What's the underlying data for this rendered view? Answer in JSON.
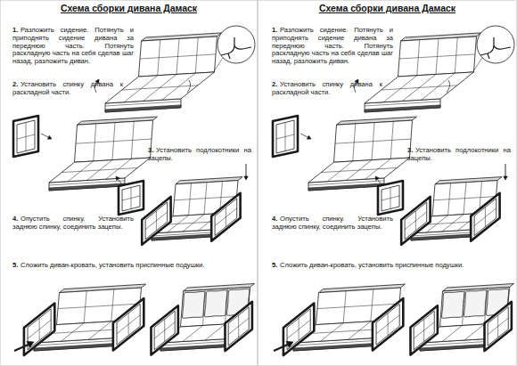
{
  "diagram": {
    "title": "Схема сборки дивана Дамаск",
    "labels": [
      "1.",
      "Разложить сидение. Потянуть и приподнять сидение дивана за переднюю часть. Потянуть раскладную часть на себя сделав шаг назад, разложить диван.",
      "2.",
      "Установить спинку дивана к раскладной части.",
      "3.",
      "Установить подлокотники на зацепы.",
      "4.",
      "Опустить спинку. Установить заднюю спинку, соединить зацепы.",
      "5.",
      "Сложить диван-кровать, установить приспинные подушки.",
      "Схема сборки дивана Дамаск",
      "1.",
      "Разложить сидение. Потянуть и приподнять сидение дивана за переднюю часть. Потянуть раскладную часть на себя сделав шаг назад, разложить диван.",
      "2.",
      "Установить спинку дивана к раскладной части.",
      "3.",
      "Установить подлокотники на зацепы.",
      "4.",
      "Опустить спинку. Установить заднюю спинку, соединить зацепы.",
      "5.",
      "Сложить диван-кровать, установить приспинные подушки."
    ]
  }
}
